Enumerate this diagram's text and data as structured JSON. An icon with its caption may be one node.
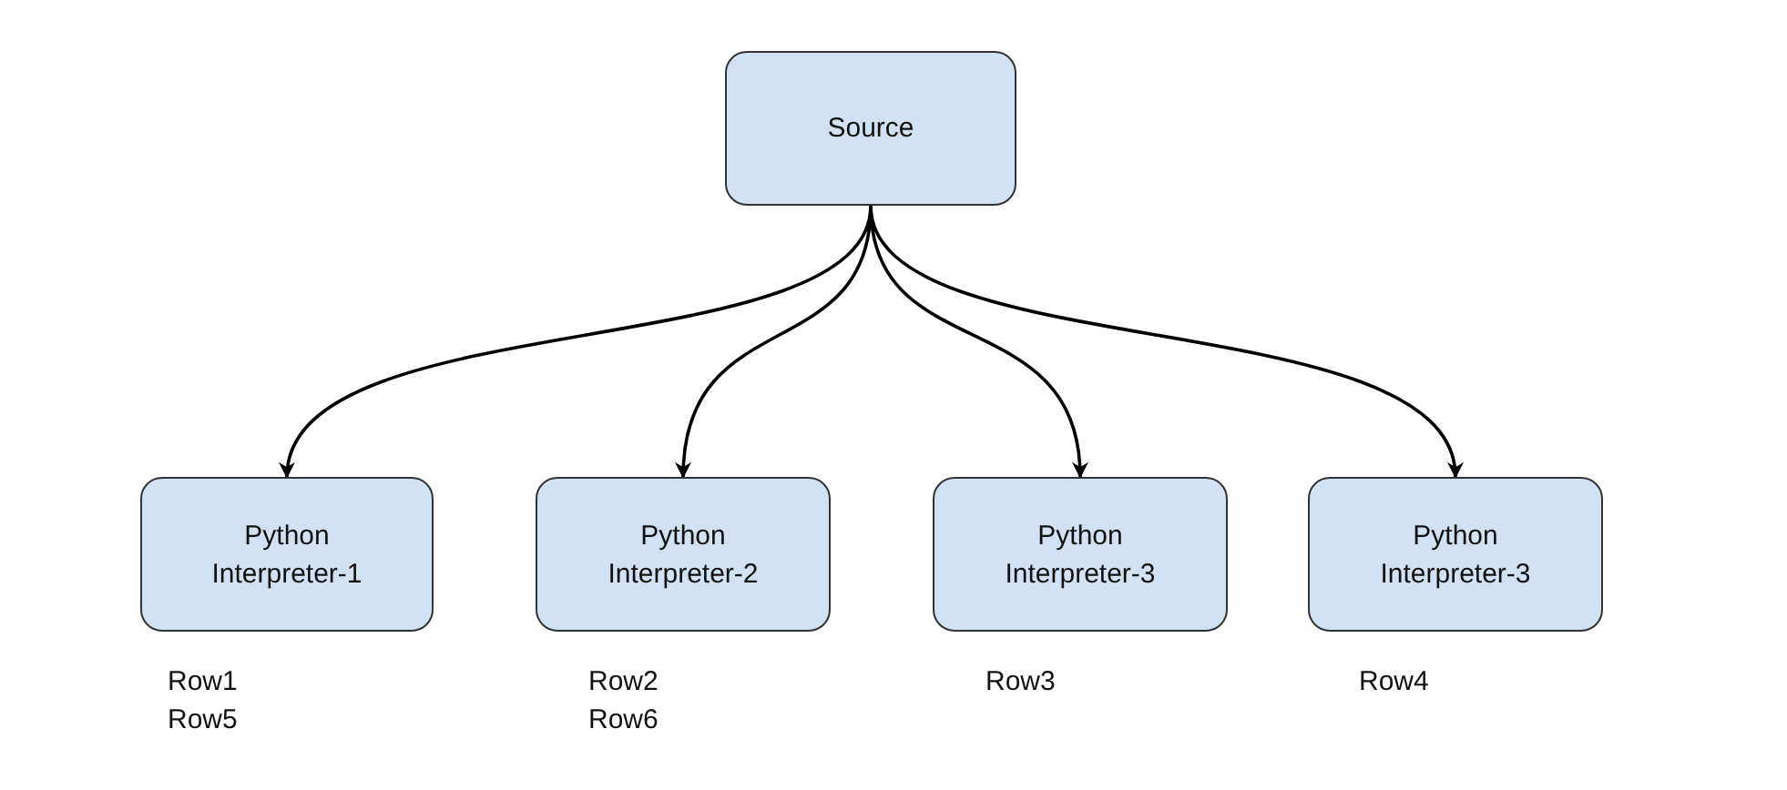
{
  "diagram": {
    "nodes": [
      {
        "text": [
          "Source"
        ]
      },
      {
        "text": [
          "Python Interpreter-1"
        ],
        "beside": [
          "Row1",
          "Row5"
        ]
      },
      {
        "text": [
          "Python Interpreter-2"
        ],
        "beside": [
          "Row2",
          "Row6"
        ]
      },
      {
        "text": [
          "Python Interpreter-3"
        ],
        "beside": [
          "Row3"
        ]
      },
      {
        "text": [
          "Python Interpreter-3"
        ],
        "beside": [
          "Row4"
        ]
      }
    ],
    "edges": [
      {
        "from": 0,
        "to": 1,
        "arrow": "to"
      },
      {
        "from": 0,
        "to": 2,
        "arrow": "to"
      },
      {
        "from": 0,
        "to": 3,
        "arrow": "to"
      },
      {
        "from": 0,
        "to": 4,
        "arrow": "to"
      }
    ]
  }
}
